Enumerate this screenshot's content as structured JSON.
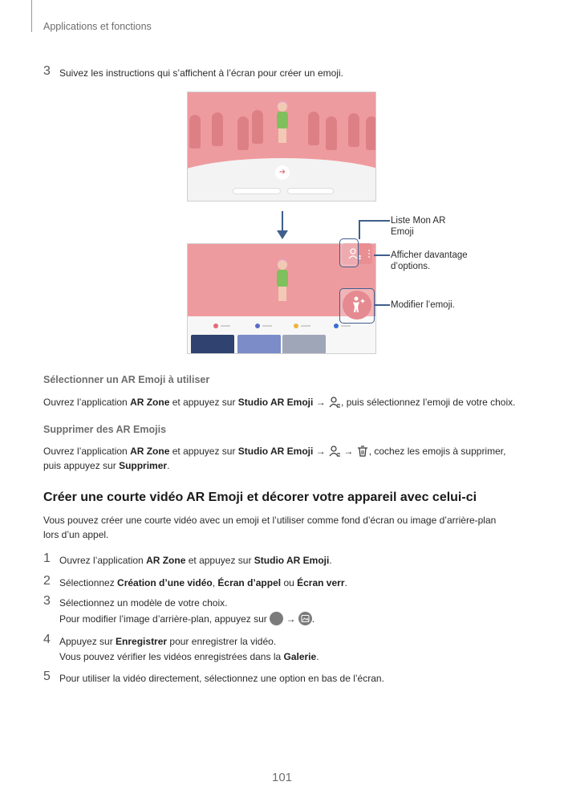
{
  "header": {
    "title": "Applications et fonctions"
  },
  "steps_top": [
    {
      "num": "3",
      "text": "Suivez les instructions qui s’affichent à l’écran pour créer un emoji."
    }
  ],
  "callouts": {
    "list": "Liste Mon AR\nEmoji",
    "more": "Afficher davantage\nd’options.",
    "edit": "Modifier l’emoji."
  },
  "select": {
    "heading": "Sélectionner un AR Emoji à utiliser",
    "p1": "Ouvrez l’application ",
    "app": "AR Zone",
    "p2": " et appuyez sur ",
    "studio": "Studio AR Emoji",
    "arrow": " → ",
    "p3": ", puis sélectionnez l’emoji de votre choix."
  },
  "delete": {
    "heading": "Supprimer des AR Emojis",
    "p1": "Ouvrez l’application ",
    "app": "AR Zone",
    "p2": " et appuyez sur ",
    "studio": "Studio AR Emoji",
    "arrow1": " → ",
    "arrow2": " → ",
    "p3": ", cochez les emojis à supprimer,",
    "l2a": "puis appuyez sur ",
    "supprimer": "Supprimer",
    "l2b": "."
  },
  "section": {
    "title": "Créer une courte vidéo AR Emoji et décorer votre appareil avec celui-ci",
    "intro1": "Vous pouvez créer une courte vidéo avec un emoji et l’utiliser comme fond d’écran ou image d’arrière-plan",
    "intro2": "lors d’un appel."
  },
  "steps": {
    "s1": {
      "num": "1",
      "a": "Ouvrez l’application ",
      "b": "AR Zone",
      "c": " et appuyez sur ",
      "d": "Studio AR Emoji",
      "e": "."
    },
    "s2": {
      "num": "2",
      "a": "Sélectionnez ",
      "b": "Création d’une vidéo",
      "c": ", ",
      "d": "Écran d’appel",
      "e": " ou ",
      "f": "Écran verr",
      "g": "."
    },
    "s3": {
      "num": "3",
      "l1": "Sélectionnez un modèle de votre choix.",
      "l2a": "Pour modifier l’image d’arrière-plan, appuyez sur ",
      "arrow": " → ",
      "l2b": "."
    },
    "s4": {
      "num": "4",
      "a": "Appuyez sur ",
      "b": "Enregistrer",
      "c": " pour enregistrer la vidéo.",
      "l2a": "Vous pouvez vérifier les vidéos enregistrées dans la ",
      "l2b": "Galerie",
      "l2c": "."
    },
    "s5": {
      "num": "5",
      "text": "Pour utiliser la vidéo directement, sélectionnez une option en bas de l’écran."
    }
  },
  "page_number": "101",
  "colors": {
    "accent": "#3f5e8c",
    "pink": "#ee9b9f"
  }
}
